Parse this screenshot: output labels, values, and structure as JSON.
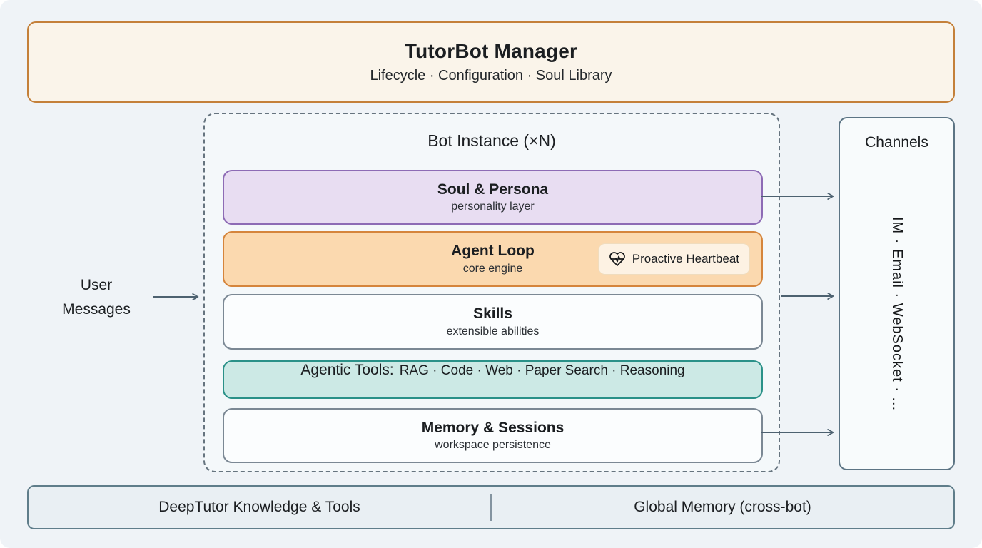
{
  "manager": {
    "title": "TutorBot Manager",
    "subtitle": "Lifecycle · Configuration · Soul Library"
  },
  "left_flow": {
    "label": "User\nMessages"
  },
  "bot_instance": {
    "title": "Bot Instance (×N)",
    "layers": [
      {
        "title": "Soul & Persona",
        "subtitle": "personality layer"
      },
      {
        "title": "Agent Loop",
        "subtitle": "core engine",
        "badge": "Proactive Heartbeat",
        "badge_icon": "heart-pulse-icon"
      },
      {
        "title": "Skills",
        "subtitle": "extensible abilities"
      },
      {
        "title": "Agentic Tools:",
        "items": "RAG · Code · Web · Paper Search · Reasoning"
      },
      {
        "title": "Memory & Sessions",
        "subtitle": "workspace persistence"
      }
    ]
  },
  "channels": {
    "title": "Channels",
    "items": "IM · Email · WebSocket · ..."
  },
  "foundation": {
    "left": "DeepTutor Knowledge & Tools",
    "right": "Global Memory (cross-bot)"
  },
  "colors": {
    "canvas_bg": "#eff3f7",
    "manager_border": "#c4803a",
    "manager_bg": "#faf4ea",
    "soul_border": "#8d6bb5",
    "soul_bg": "#e8ddf2",
    "agent_border": "#d5853c",
    "agent_bg": "#fbd9af",
    "badge_bg": "#fdf2e3",
    "neutral_border": "#7b8894",
    "tools_border": "#2a9188",
    "tools_bg": "#cce9e5",
    "channels_border": "#5c7484",
    "foundation_border": "#5f7d8a",
    "foundation_bg": "#e9eff3",
    "arrow": "#4d6170"
  }
}
